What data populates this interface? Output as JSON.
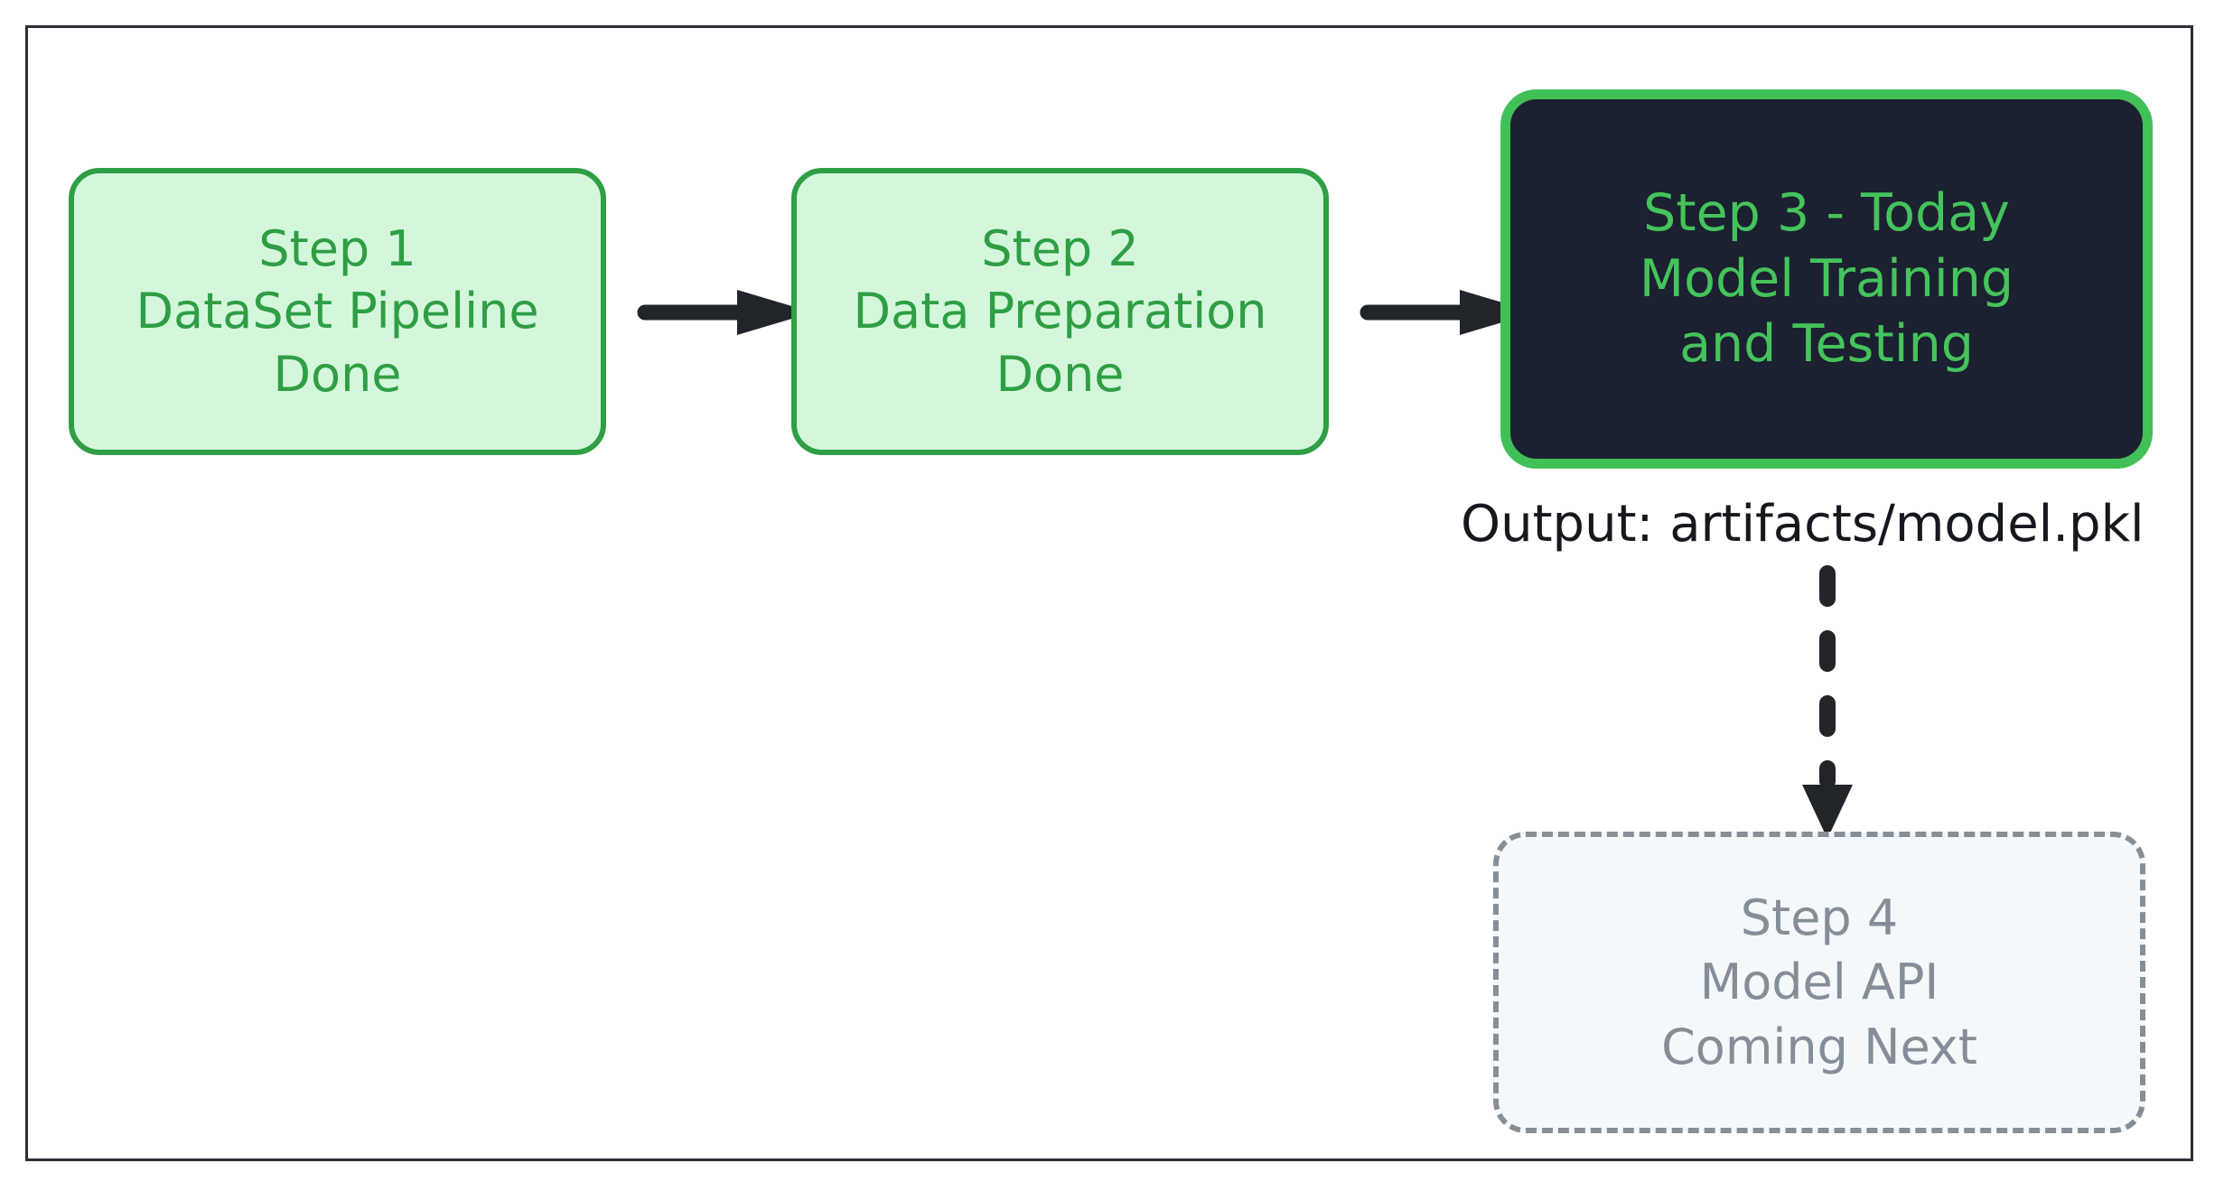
{
  "diagram": {
    "title": "ML pipeline progress flowchart",
    "frame_border_color": "#2b2f36",
    "background": "#ffffff",
    "nodes": [
      {
        "id": "step-1",
        "status": "done",
        "lines": [
          "Step 1",
          "DataSet Pipeline",
          "Done"
        ],
        "fill": "#d4f7dc",
        "border": "#2f9e44",
        "text_color": "#2f9e44"
      },
      {
        "id": "step-2",
        "status": "done",
        "lines": [
          "Step 2",
          "Data Preparation",
          "Done"
        ],
        "fill": "#d4f7dc",
        "border": "#2f9e44",
        "text_color": "#2f9e44"
      },
      {
        "id": "step-3",
        "status": "current",
        "lines": [
          "Step 3 - Today",
          "Model Training",
          "and Testing"
        ],
        "fill": "#1b2130",
        "border": "#40c057",
        "text_color": "#45c35c"
      },
      {
        "id": "step-4",
        "status": "upcoming",
        "lines": [
          "Step 4",
          "Model API",
          "Coming Next"
        ],
        "fill": "#f4f8fb",
        "border": "#868e96",
        "text_color": "#858e98"
      }
    ],
    "annotations": [
      {
        "id": "output-label",
        "text": "Output: artifacts/model.pkl",
        "color": "#15181d"
      }
    ],
    "connectors": [
      {
        "id": "arrow-step1-step2",
        "style": "solid",
        "direction": "right",
        "color": "#212529"
      },
      {
        "id": "arrow-step2-step3",
        "style": "solid",
        "direction": "right",
        "color": "#212529"
      },
      {
        "id": "arrow-step3-step4",
        "style": "dashed",
        "direction": "down",
        "color": "#212529"
      }
    ]
  }
}
